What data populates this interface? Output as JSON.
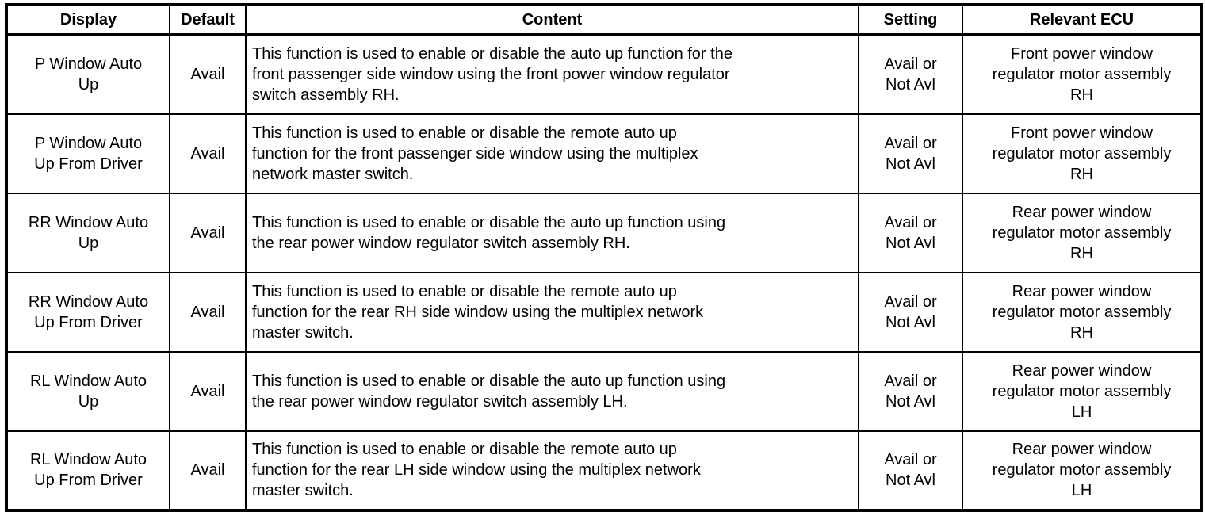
{
  "table": {
    "headers": {
      "display": "Display",
      "default": "Default",
      "content": "Content",
      "setting": "Setting",
      "ecu": "Relevant ECU"
    },
    "rows": [
      {
        "display": "P Window Auto\nUp",
        "default": "Avail",
        "content": "This function is used to enable or disable the auto up function for the\nfront passenger side window using the front power window regulator\nswitch assembly RH.",
        "setting": "Avail or\nNot Avl",
        "ecu": "Front power window\nregulator motor assembly\nRH"
      },
      {
        "display": "P Window Auto\nUp From Driver",
        "default": "Avail",
        "content": "This function is used to enable or disable the remote auto up\nfunction for the front passenger side window using the multiplex\nnetwork master switch.",
        "setting": "Avail or\nNot Avl",
        "ecu": "Front power window\nregulator motor assembly\nRH"
      },
      {
        "display": "RR Window Auto\nUp",
        "default": "Avail",
        "content": "This function is used to enable or disable the auto up function using\nthe rear power window regulator switch assembly RH.",
        "setting": "Avail or\nNot Avl",
        "ecu": "Rear power window\nregulator motor assembly\nRH"
      },
      {
        "display": "RR Window Auto\nUp From Driver",
        "default": "Avail",
        "content": "This function is used to enable or disable the remote auto up\nfunction for the rear RH side window using the multiplex network\nmaster switch.",
        "setting": "Avail or\nNot Avl",
        "ecu": "Rear power window\nregulator motor assembly\nRH"
      },
      {
        "display": "RL Window Auto\nUp",
        "default": "Avail",
        "content": "This function is used to enable or disable the auto up function using\nthe rear power window regulator switch assembly LH.",
        "setting": "Avail or\nNot Avl",
        "ecu": "Rear power window\nregulator motor assembly\nLH"
      },
      {
        "display": "RL Window Auto\nUp From Driver",
        "default": "Avail",
        "content": "This function is used to enable or disable the remote auto up\nfunction for the rear LH side window using the multiplex network\nmaster switch.",
        "setting": "Avail or\nNot Avl",
        "ecu": "Rear power window\nregulator motor assembly\nLH"
      }
    ]
  }
}
